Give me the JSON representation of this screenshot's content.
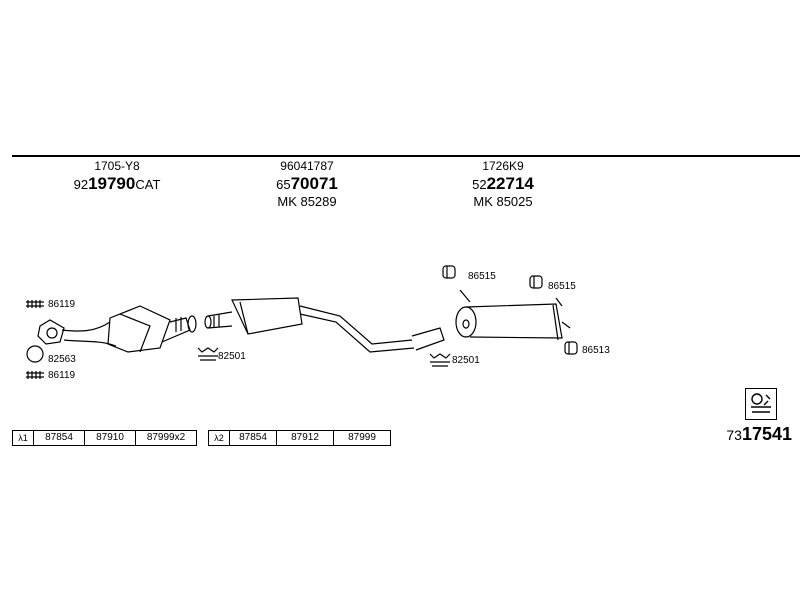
{
  "parts": [
    {
      "code": "1705-Y8",
      "num_prefix": "92",
      "num_main": "19790",
      "num_suffix": "CAT",
      "mk": ""
    },
    {
      "code": "96041787",
      "num_prefix": "65",
      "num_main": "70071",
      "num_suffix": "",
      "mk": "MK 85289"
    },
    {
      "code": "1726K9",
      "num_prefix": "52",
      "num_main": "22714",
      "num_suffix": "",
      "mk": "MK 85025"
    }
  ],
  "labels": {
    "l86119a": "86119",
    "l82563": "82563",
    "l86119b": "86119",
    "l82501a": "82501",
    "l82501b": "82501",
    "l86515a": "86515",
    "l86515b": "86515",
    "l86513": "86513"
  },
  "table1": {
    "lambda": "λ1",
    "cells": [
      "87854",
      "87910",
      "87999x2"
    ]
  },
  "table2": {
    "lambda": "λ2",
    "cells": [
      "87854",
      "87912",
      "87999"
    ]
  },
  "ref": {
    "prefix": "73",
    "main": "17541"
  }
}
